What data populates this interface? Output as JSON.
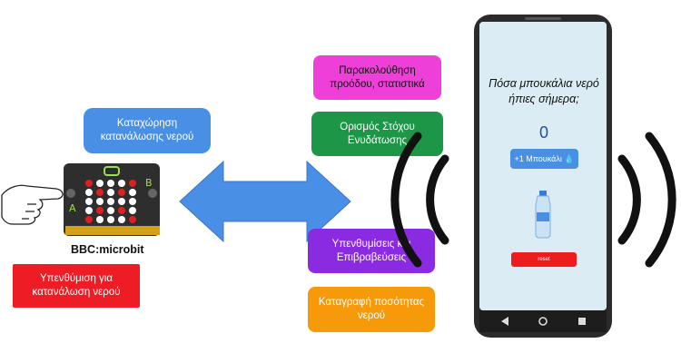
{
  "left": {
    "consumption_box": "Καταχώρηση κατανάλωσης νερού",
    "reminder_box": "Υπενθύμιση για κατανάλωση νερού",
    "microbit_label": "BBC:microbit",
    "microbit_button_a": "A",
    "microbit_button_b": "B"
  },
  "middle": {
    "progress_box": "Παρακολούθηση προόδου, στατιστικά",
    "goal_box": "Ορισμός Στόχου Ενυδάτωσης",
    "reminders_box": "Υπενθυμίσεις και Επιβραβεύσεις",
    "log_box": "Καταγραφή ποσότητας νερού"
  },
  "phone": {
    "question": "Πόσα μπουκάλια νερό ήπιες σήμερα;",
    "count": "0",
    "add_button": "+1 Μπουκάλι 💧",
    "reset_button": "reset"
  },
  "colors": {
    "consumption": "#4a8fe6",
    "reminder": "#ee1c24",
    "progress": "#ee3fd8",
    "goal": "#1e9648",
    "reminders": "#8a2be2",
    "log": "#f79a0a",
    "arrow": "#4a8fe6",
    "microbit": "#2e2e2e"
  },
  "icons": [
    "hand-pointing-icon",
    "microbit-board-icon",
    "double-arrow-icon",
    "wireless-signal-icon",
    "phone-icon",
    "water-bottle-icon",
    "back-nav-icon",
    "home-nav-icon",
    "recent-nav-icon"
  ]
}
